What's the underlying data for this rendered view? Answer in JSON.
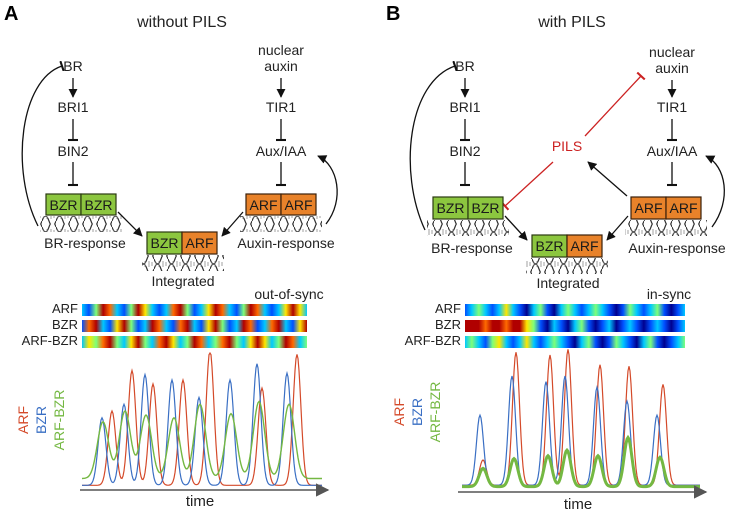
{
  "colors": {
    "green": "#8cc63f",
    "orange": "#e8822a",
    "inhibit_red": "#cc2222",
    "arf": "#d44a2a",
    "bzr": "#3a6fc4",
    "arf_bzr": "#74b842"
  },
  "panel_a": {
    "letter": "A",
    "title": "without PILS",
    "br": "BR",
    "bri1": "BRI1",
    "bin2": "BIN2",
    "nuclear": "nuclear",
    "auxin": "auxin",
    "tir1": "TIR1",
    "auxiaa": "Aux/IAA",
    "bzr1": "BZR",
    "bzr2": "BZR",
    "arf1": "ARF",
    "arf2": "ARF",
    "int_bzr": "BZR",
    "int_arf": "ARF",
    "br_response": "BR-response",
    "auxin_response": "Auxin-response",
    "integrated": "Integrated",
    "sync_label": "out-of-sync",
    "strip_arf": "ARF",
    "strip_bzr": "BZR",
    "strip_arfbzr": "ARF-BZR",
    "legend_arf": "ARF",
    "legend_bzr": "BZR",
    "legend_arfbzr": "ARF-BZR",
    "x_axis": "time"
  },
  "panel_b": {
    "letter": "B",
    "title": "with PILS",
    "br": "BR",
    "bri1": "BRI1",
    "bin2": "BIN2",
    "nuclear": "nuclear",
    "auxin": "auxin",
    "tir1": "TIR1",
    "auxiaa": "Aux/IAA",
    "pils": "PILS",
    "bzr1": "BZR",
    "bzr2": "BZR",
    "arf1": "ARF",
    "arf2": "ARF",
    "int_bzr": "BZR",
    "int_arf": "ARF",
    "br_response": "BR-response",
    "auxin_response": "Auxin-response",
    "integrated": "Integrated",
    "sync_label": "in-sync",
    "strip_arf": "ARF",
    "strip_bzr": "BZR",
    "strip_arfbzr": "ARF-BZR",
    "legend_arf": "ARF",
    "legend_bzr": "BZR",
    "legend_arfbzr": "ARF-BZR",
    "x_axis": "time"
  }
}
